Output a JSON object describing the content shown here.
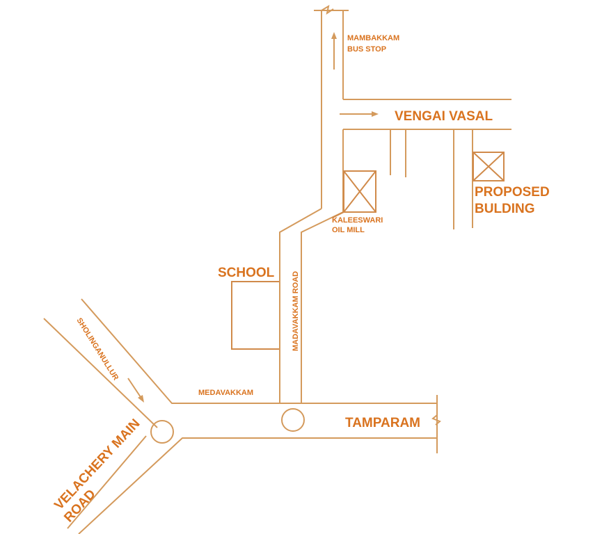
{
  "map": {
    "colors": {
      "road_line": "#d49a5c",
      "label": "#d9731f",
      "background": "#ffffff"
    },
    "labels": {
      "mambakkam": [
        "MAMBAKKAM",
        "BUS STOP"
      ],
      "vengai_vasal": "VENGAI VASAL",
      "kaleeswari": [
        "KALEESWARI",
        "OIL MILL"
      ],
      "proposed": [
        "PROPOSED",
        "BULDING"
      ],
      "school": "SCHOOL",
      "madavakkam_road": "MADAVAKKAM ROAD",
      "sholinganullur": "SHOLINGANULLUR",
      "medavakkam": "MEDAVAKKAM",
      "tamparam": "TAMPARAM",
      "velachery": [
        "VELACHERY MAIN",
        "ROAD"
      ]
    },
    "landmarks": [
      {
        "name": "Kaleeswari Oil Mill",
        "symbol": "crossed-box"
      },
      {
        "name": "Proposed Bulding",
        "symbol": "crossed-box"
      },
      {
        "name": "School",
        "symbol": "box"
      }
    ],
    "junctions": [
      "velachery-junction-circle",
      "madavakkam-junction-circle"
    ],
    "direction_arrows": [
      "to-mambakkam-bus-stop",
      "along-vengai-vasal",
      "along-sholinganullur"
    ]
  }
}
